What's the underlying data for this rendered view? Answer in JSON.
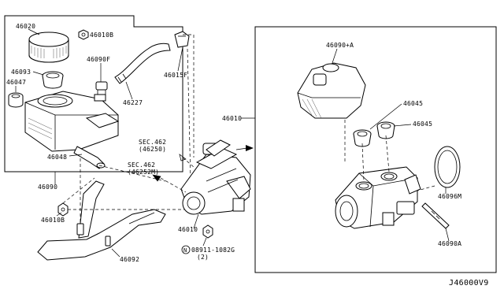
{
  "diagram": {
    "frame_code": "J46000V9",
    "labels": {
      "p46020": "46020",
      "p46010b_top": "46010B",
      "p46090f": "46090F",
      "p46093": "46093",
      "p46047": "46047",
      "p46015f": "46015F",
      "p46227": "46227",
      "p46048": "46048",
      "p46090": "46090",
      "p46010b_bottom": "46010B",
      "p46092": "46092",
      "p46010_left": "46010",
      "sec462_a": "SEC.462",
      "sec462_a_ref": "(46250)",
      "sec462_b": "SEC.462",
      "sec462_b_ref": "(46252M)",
      "p46010_right": "46010",
      "bolt": "08911-1082G",
      "bolt_qty": "(2)",
      "bolt_marker": "N",
      "p46090a_top": "46090+A",
      "p46045_a": "46045",
      "p46045_b": "46045",
      "p46096m": "46096M",
      "p46090a": "46090A"
    }
  }
}
